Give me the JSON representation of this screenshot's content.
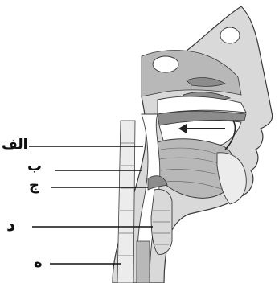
{
  "diagram": {
    "labels": {
      "alef": "الف",
      "be": "ب",
      "jim": "ج",
      "dal": "د",
      "he": "ه"
    },
    "colors": {
      "stroke": "#3a3a3a",
      "tissue_light": "#d9d9d9",
      "tissue_mid": "#b8b8b8",
      "tissue_dark": "#8c8c8c",
      "cavity": "#ffffff",
      "arrow": "#222222"
    }
  }
}
